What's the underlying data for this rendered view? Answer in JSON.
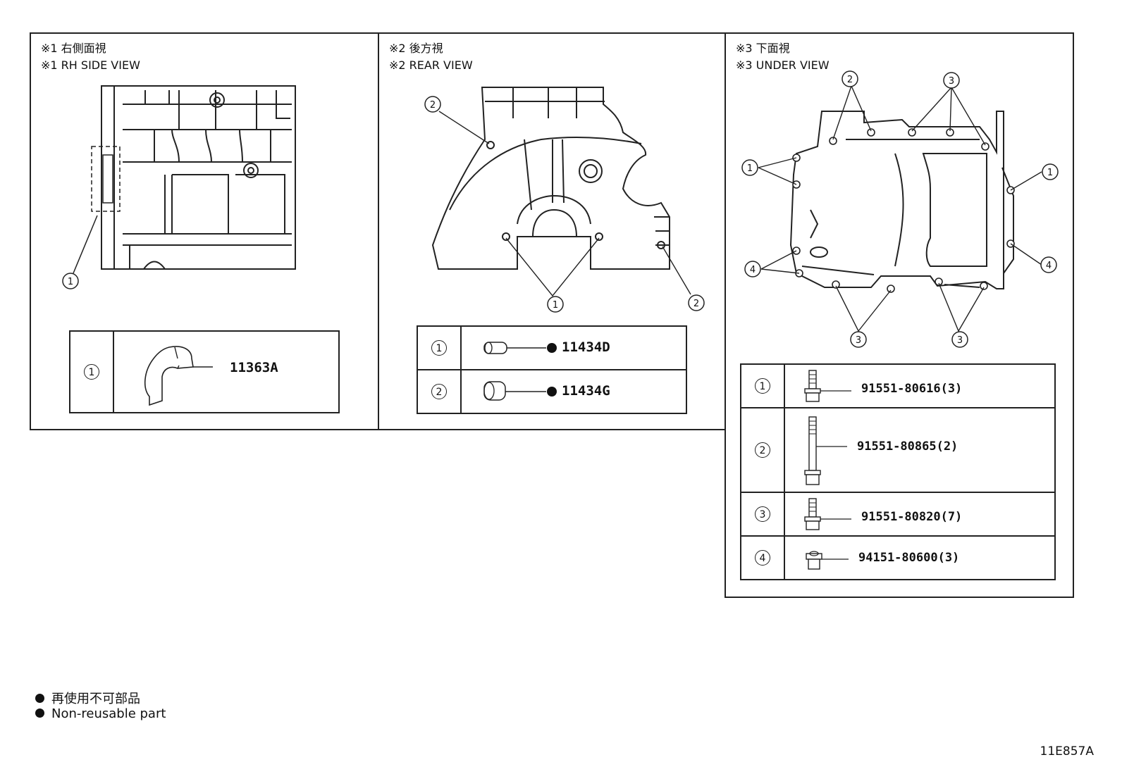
{
  "panels": [
    {
      "title_jp": "※1 右側面視",
      "title_en": "※1 RH SIDE VIEW",
      "callouts": [
        "1"
      ],
      "parts": [
        {
          "index": "1",
          "number": "11363A",
          "icon": "bearing-shell-icon",
          "non_reusable": false
        }
      ]
    },
    {
      "title_jp": "※2 後方視",
      "title_en": "※2 REAR VIEW",
      "callouts": [
        "2",
        "1",
        "2"
      ],
      "parts": [
        {
          "index": "1",
          "number": "11434D",
          "icon": "dowel-pin-icon",
          "non_reusable": true
        },
        {
          "index": "2",
          "number": "11434G",
          "icon": "dowel-sleeve-icon",
          "non_reusable": true
        }
      ]
    },
    {
      "title_jp": "※3 下面視",
      "title_en": "※3 UNDER VIEW",
      "callouts": [
        "2",
        "3",
        "1",
        "1",
        "4",
        "4",
        "3",
        "3"
      ],
      "parts": [
        {
          "index": "1",
          "number": "91551-80616(3)",
          "icon": "flange-bolt-icon",
          "non_reusable": false
        },
        {
          "index": "2",
          "number": "91551-80865(2)",
          "icon": "long-stud-bolt-icon",
          "non_reusable": false
        },
        {
          "index": "3",
          "number": "91551-80820(7)",
          "icon": "flange-bolt-icon",
          "non_reusable": false
        },
        {
          "index": "4",
          "number": "94151-80600(3)",
          "icon": "flange-nut-icon",
          "non_reusable": false
        }
      ]
    }
  ],
  "legend": {
    "jp": "再使用不可部品",
    "en": "Non-reusable part"
  },
  "illustration_code": "11E857A"
}
